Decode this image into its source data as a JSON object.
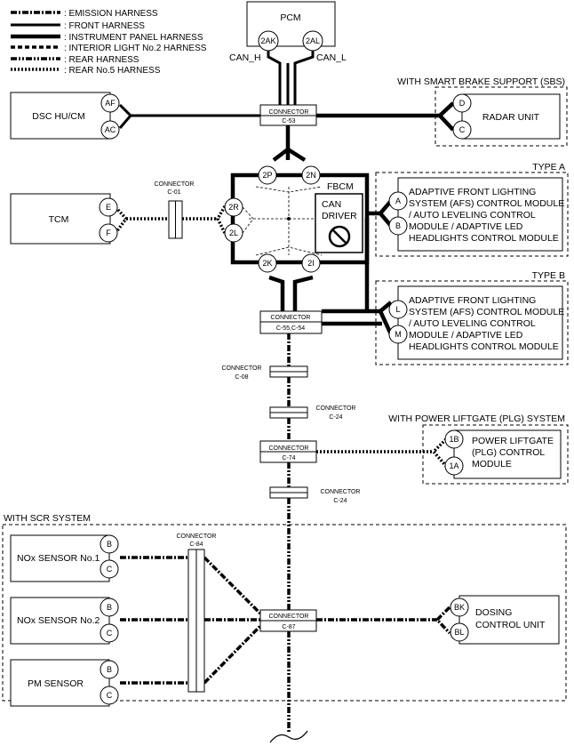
{
  "legend": [
    {
      "style": "emis",
      "label": ": EMISSION HARNESS"
    },
    {
      "style": "front",
      "label": ": FRONT HARNESS"
    },
    {
      "style": "ip",
      "label": ": INSTRUMENT PANEL HARNESS"
    },
    {
      "style": "il2",
      "label": ": INTERIOR LIGHT No.2 HARNESS"
    },
    {
      "style": "rear",
      "label": ": REAR HARNESS"
    },
    {
      "style": "rear5",
      "label": ": REAR No.5 HARNESS"
    }
  ],
  "modules": {
    "pcm": {
      "name": "PCM",
      "pins": [
        "2AK",
        "2AL"
      ],
      "can_h": "CAN_H",
      "can_l": "CAN_L"
    },
    "dsc": {
      "name": "DSC HU/CM",
      "pins": [
        "AF",
        "AC"
      ]
    },
    "tcm": {
      "name": "TCM",
      "pins": [
        "E",
        "F"
      ]
    },
    "radar": {
      "name": "RADAR UNIT",
      "pins": [
        "D",
        "C"
      ],
      "group": "WITH SMART BRAKE SUPPORT (SBS)"
    },
    "fbcm": {
      "name": "FBCM",
      "pins": [
        "2P",
        "2N",
        "2R",
        "2L",
        "2K",
        "2I"
      ],
      "can_driver": [
        "CAN",
        "DRIVER"
      ]
    },
    "afs_a": {
      "type": "TYPE A",
      "lines": [
        "ADAPTIVE FRONT LIGHTING",
        "SYSTEM (AFS) CONTROL MODULE",
        "/ AUTO LEVELING CONTROL",
        "MODULE / ADAPTIVE LED",
        "HEADLIGHTS CONTROL MODULE"
      ],
      "pins": [
        "A",
        "B"
      ]
    },
    "afs_b": {
      "type": "TYPE B",
      "lines": [
        "ADAPTIVE FRONT LIGHTING",
        "SYSTEM (AFS) CONTROL MODULE",
        "/ AUTO LEVELING CONTROL",
        "MODULE / ADAPTIVE LED",
        "HEADLIGHTS CONTROL MODULE"
      ],
      "pins": [
        "L",
        "M"
      ]
    },
    "plg": {
      "group": "WITH POWER LIFTGATE (PLG) SYSTEM",
      "lines": [
        "POWER LIFTGATE",
        "(PLG) CONTROL",
        "MODULE"
      ],
      "pins": [
        "1B",
        "1A"
      ]
    },
    "scr": {
      "group": "WITH SCR SYSTEM"
    },
    "nox1": {
      "name": "NOx SENSOR No.1",
      "pins": [
        "B",
        "C"
      ]
    },
    "nox2": {
      "name": "NOx SENSOR No.2",
      "pins": [
        "B",
        "C"
      ]
    },
    "pm": {
      "name": "PM SENSOR",
      "pins": [
        "B",
        "C"
      ]
    },
    "dosing": {
      "lines": [
        "DOSING",
        "CONTROL UNIT"
      ],
      "pins": [
        "BK",
        "BL"
      ]
    }
  },
  "connectors": {
    "c53": {
      "title": "CONNECTOR",
      "id": "C-53"
    },
    "c01": {
      "title": "CONNECTOR",
      "id": "C-01"
    },
    "c55": {
      "title": "CONNECTOR",
      "id": "C-55,C-54"
    },
    "c08": {
      "title": "CONNECTOR",
      "id": "C-08"
    },
    "c24a": {
      "title": "CONNECTOR",
      "id": "C-24"
    },
    "c74": {
      "title": "CONNECTOR",
      "id": "C-74"
    },
    "c24b": {
      "title": "CONNECTOR",
      "id": "C-24"
    },
    "c84": {
      "title": "CONNECTOR",
      "id": "C-84"
    },
    "c87": {
      "title": "CONNECTOR",
      "id": "C-87"
    }
  }
}
